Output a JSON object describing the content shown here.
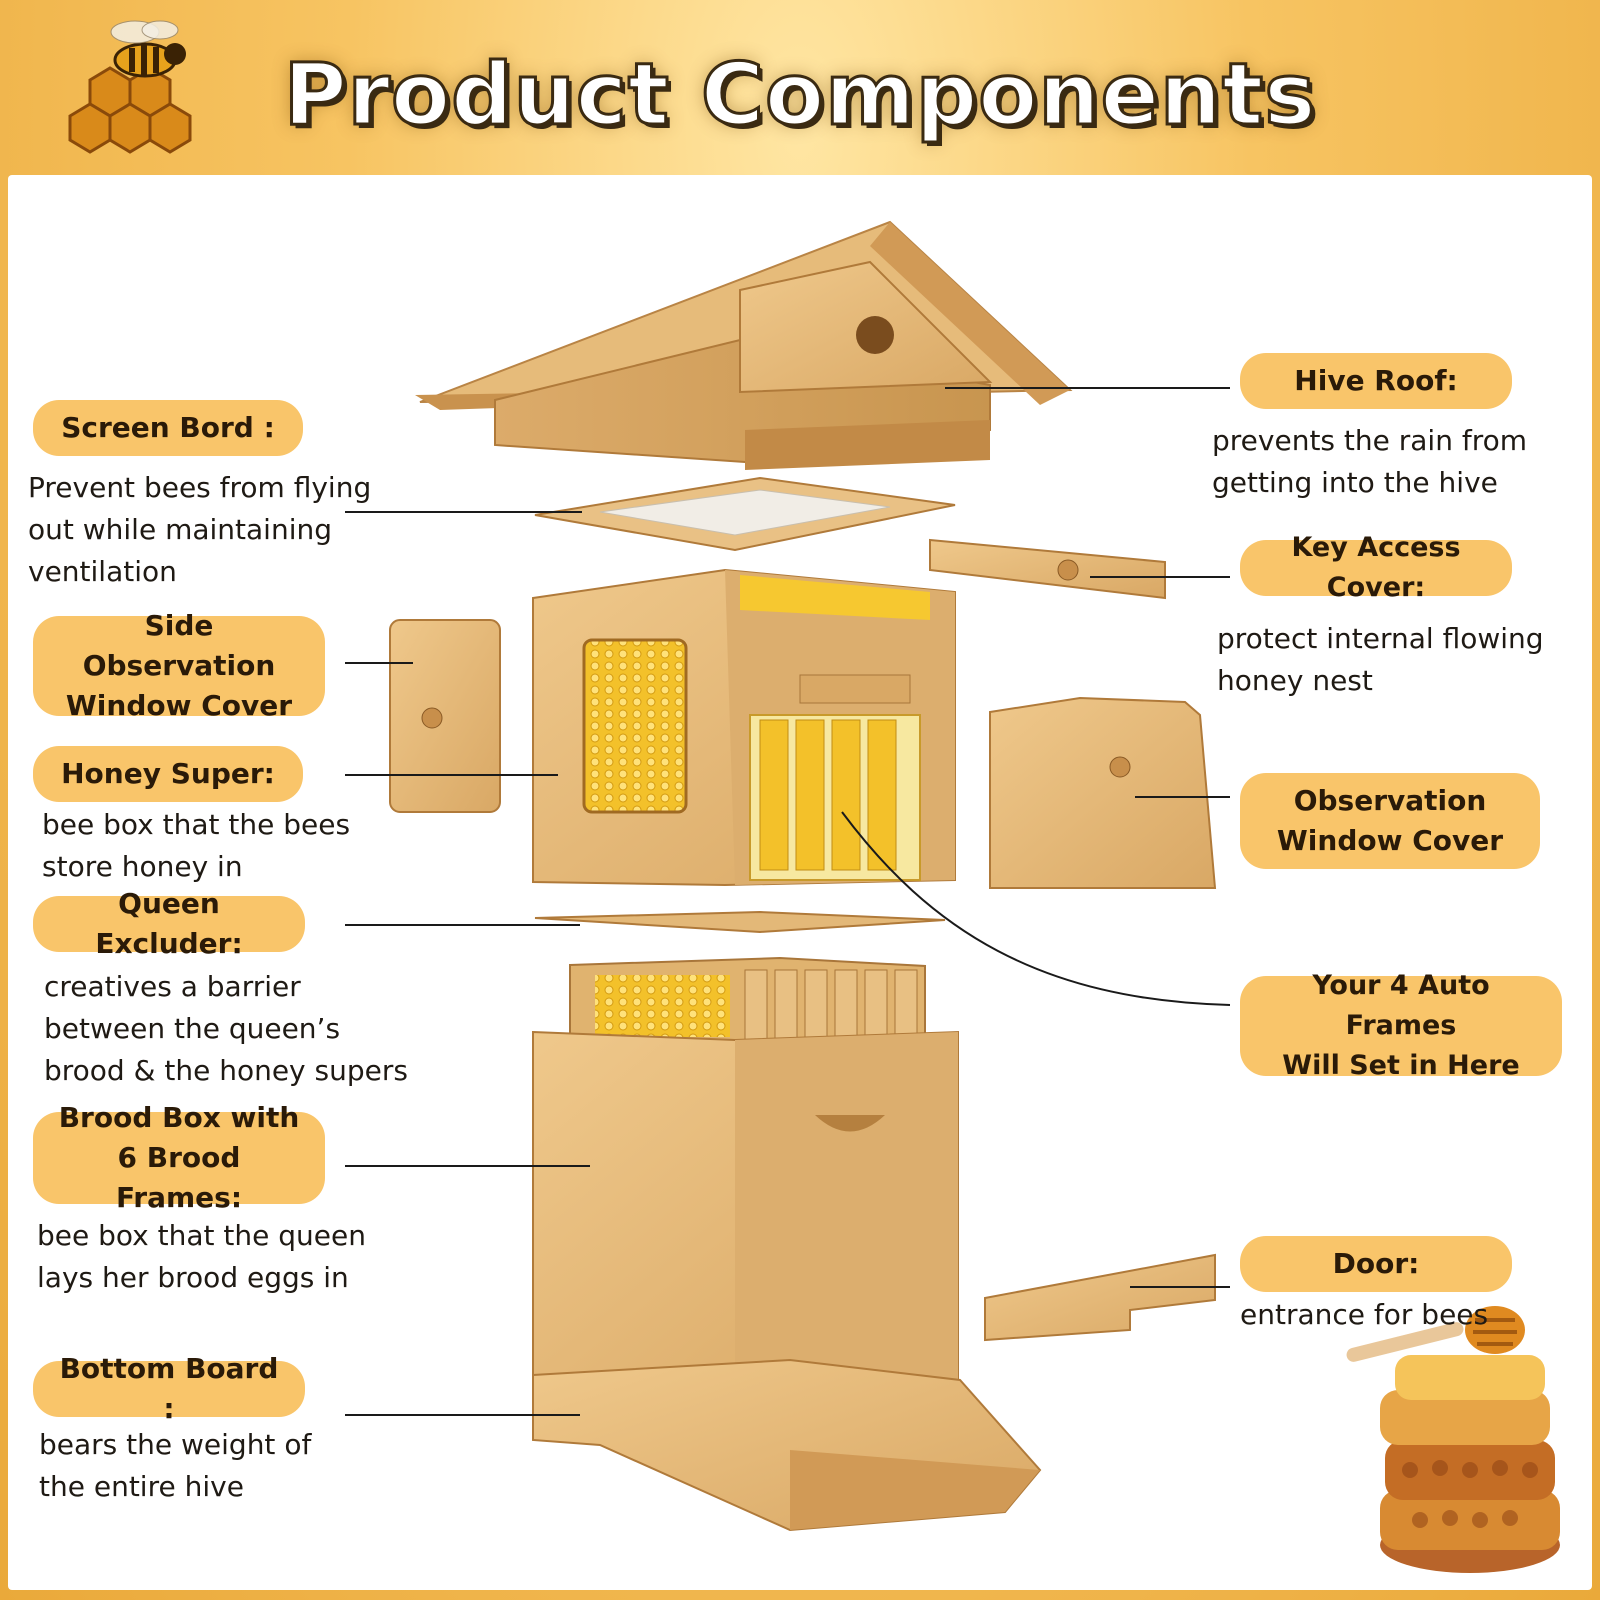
{
  "header": {
    "title": "Product Components"
  },
  "labels": {
    "hive_roof": {
      "name": "Hive Roof:",
      "desc": "prevents the rain from\ngetting into the hive"
    },
    "screen_bord": {
      "name": "Screen Bord :",
      "desc": "Prevent bees from flying\nout while maintaining\nventilation"
    },
    "key_access_cover": {
      "name": "Key Access Cover:",
      "desc": "protect internal flowing\nhoney nest"
    },
    "side_observation_window_cover": {
      "name": "Side Observation\nWindow Cover"
    },
    "honey_super": {
      "name": "Honey Super:",
      "desc": "bee box that the bees\nstore honey in"
    },
    "observation_window_cover": {
      "name": "Observation\nWindow Cover"
    },
    "queen_excluder": {
      "name": "Queen Excluder:",
      "desc": "creatives a barrier\nbetween the queen’s\nbrood & the honey supers"
    },
    "auto_frames": {
      "name": "Your 4 Auto Frames\nWill Set in Here"
    },
    "brood_box": {
      "name": "Brood Box with\n6 Brood Frames:",
      "desc": "bee box that the queen\nlays her brood eggs in"
    },
    "door": {
      "name": "Door:",
      "desc": "entrance for bees"
    },
    "bottom_board": {
      "name": "Bottom Board :",
      "desc": "bears the weight of\nthe entire hive"
    }
  },
  "colors": {
    "badge": "#f9c56a",
    "wood": "#e3b878",
    "wood_dark": "#c9975a",
    "honey": "#f3c22a",
    "text": "#1f1a14"
  }
}
